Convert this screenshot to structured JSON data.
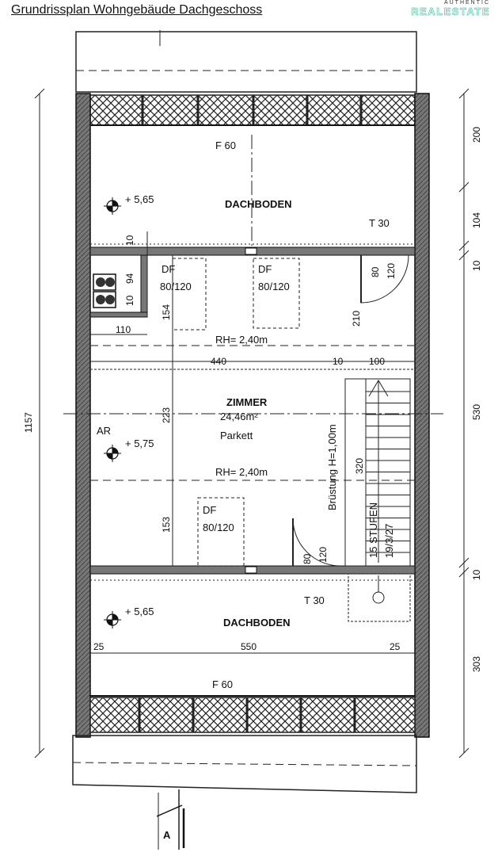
{
  "header": {
    "title": "Grundrissplan Wohngebäude Dachgeschoss",
    "brand_top": "AUTHENTIC",
    "brand_main": "REALESTATE"
  },
  "plan": {
    "labels": {
      "f60_top": "F 60",
      "dachboden_top": "DACHBODEN",
      "level_top": "+ 5,65",
      "t30_top": "T 30",
      "df1": "DF",
      "df1_size": "80/120",
      "df2": "DF",
      "df2_size": "80/120",
      "rh1": "RH= 2,40m",
      "zimmer": "ZIMMER",
      "area": "24,46m²",
      "parkett": "Parkett",
      "ar": "AR",
      "level_mid": "+ 5,75",
      "rh2": "RH= 2,40m",
      "df3": "DF",
      "df3_size": "80/120",
      "bruestung": "Brüstung H=1,00m",
      "stufen": "15 STUFEN",
      "stufen_ratio": "19/3/27",
      "t30_bottom": "T 30",
      "level_bottom": "+ 5,65",
      "dachboden_bottom": "DACHBODEN",
      "f60_bottom": "F 60",
      "section": "A"
    },
    "dimensions": {
      "total_height": "1157",
      "right_200": "200",
      "right_104": "104",
      "right_10a": "10",
      "right_530": "530",
      "right_10b": "10",
      "right_303": "303",
      "d10_top": "10",
      "d94": "94",
      "d10_small": "10",
      "d154": "154",
      "d110": "110",
      "d80a": "80",
      "d120a": "120",
      "d210": "210",
      "d440": "440",
      "d10_mid": "10",
      "d100": "100",
      "d223": "223",
      "d153": "153",
      "d320": "320",
      "d80b": "80",
      "d120b": "120",
      "d25a": "25",
      "d550": "550",
      "d25b": "25"
    }
  }
}
